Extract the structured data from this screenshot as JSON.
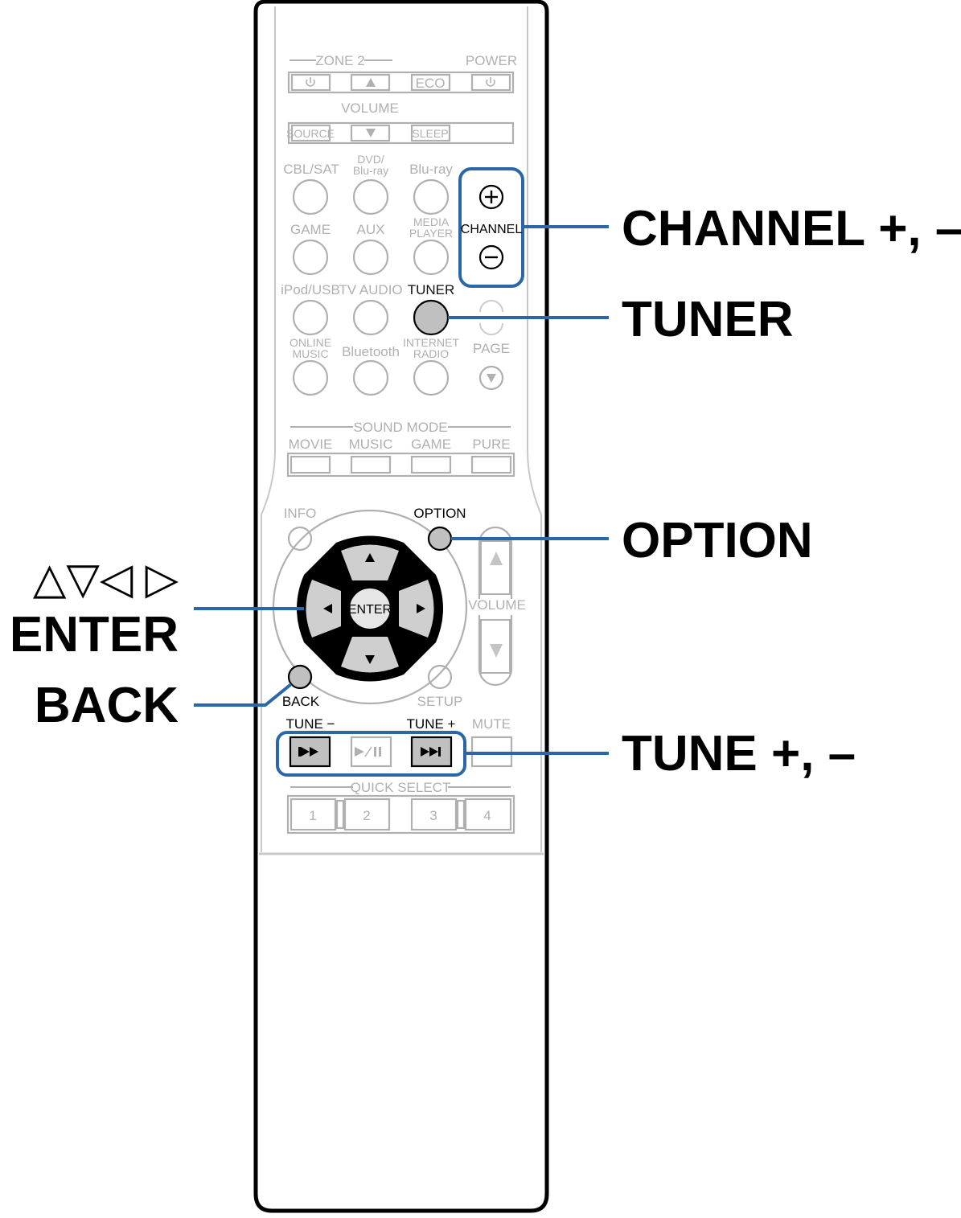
{
  "remote": {
    "zone2": "ZONE 2",
    "power": "POWER",
    "eco": "ECO",
    "volume": "VOLUME",
    "source": "SOURCE",
    "sleep": "SLEEP",
    "inputs": {
      "cbl_sat": "CBL/SAT",
      "dvd_1": "DVD/",
      "dvd_2": "Blu-ray",
      "bluray": "Blu-ray",
      "game": "GAME",
      "aux": "AUX",
      "media_1": "MEDIA",
      "media_2": "PLAYER",
      "ipod": "iPod/USB",
      "tvaudio": "TV AUDIO",
      "tuner": "TUNER",
      "online_1": "ONLINE",
      "online_2": "MUSIC",
      "bluetooth": "Bluetooth",
      "inet_1": "INTERNET",
      "inet_2": "RADIO",
      "page": "PAGE"
    },
    "channel": "CHANNEL",
    "sound_mode": "SOUND MODE",
    "modes": {
      "movie": "MOVIE",
      "music": "MUSIC",
      "game": "GAME",
      "pure": "PURE"
    },
    "info": "INFO",
    "option": "OPTION",
    "enter": "ENTER",
    "volume_side": "VOLUME",
    "back": "BACK",
    "setup": "SETUP",
    "tune_minus": "TUNE −",
    "tune_plus": "TUNE +",
    "mute": "MUTE",
    "quick_select": "QUICK SELECT",
    "qs": [
      "1",
      "2",
      "3",
      "4"
    ]
  },
  "callouts": {
    "channel": "CHANNEL +, –",
    "tuner": "TUNER",
    "option": "OPTION",
    "arrows": "△▽◁ ▷",
    "enter": "ENTER",
    "back": "BACK",
    "tune": "TUNE +, –"
  },
  "colors": {
    "callout_line": "#2a66a8",
    "remote_outline": "#000000",
    "inactive": "#b0b0b0",
    "highlight_fill": "#c0c0c0"
  }
}
